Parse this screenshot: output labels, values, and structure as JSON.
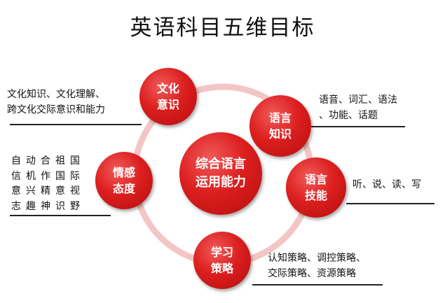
{
  "title": "英语科目五维目标",
  "center": "综合语言\n运用能力",
  "nodes": {
    "culture": "文化\n意识",
    "knowledge": "语言\n知识",
    "skills": "语言\n技能",
    "strategy": "学习\n策略",
    "attitude": "情感\n态度"
  },
  "labels": {
    "culture": "文化知识、文化理解、\n跨文化交际意识和能力",
    "knowledge": "语音、词汇、语法\n、功能、话题",
    "skills": "听、说、读、写",
    "strategy": "认知策略、调控策略、\n交际策略、资源策略",
    "attitude": "自动合祖国\n信机作国际\n意兴精意视\n志趣神识野"
  },
  "colors": {
    "ring": "#f3c6c6",
    "node": "#dc1f1f",
    "text": "#111111"
  }
}
